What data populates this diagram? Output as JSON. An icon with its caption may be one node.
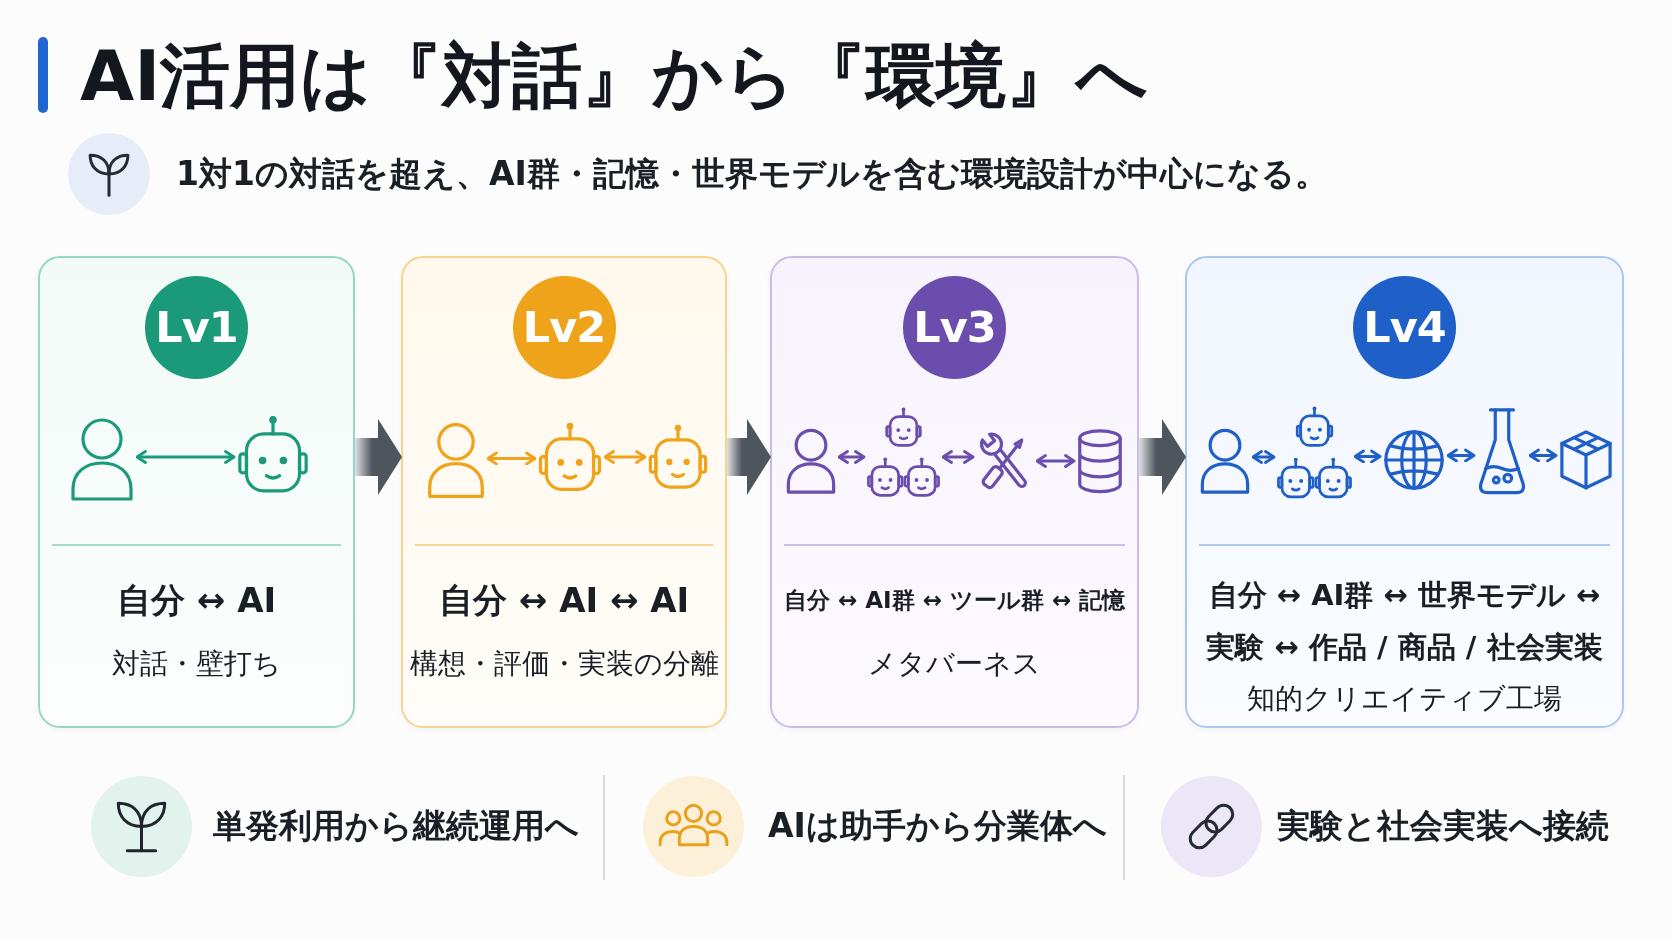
{
  "diagram": {
    "title": "AI活用は『対話』から『環境』へ",
    "nodes": [
      {
        "text": [
          "自分 ↔ AI",
          "対話・壁打ち"
        ]
      },
      {
        "text": [
          "Lv1"
        ],
        "in": 0
      },
      {
        "text": [],
        "shape": "person",
        "in": 0
      },
      {
        "text": [],
        "shape": "picture",
        "in": 0
      },
      {
        "text": [
          "自分 ↔ AI ↔ AI",
          "構想・評価・実装の分離"
        ]
      },
      {
        "text": [
          "Lv2"
        ],
        "in": 4
      },
      {
        "text": [],
        "shape": "person",
        "in": 4
      },
      {
        "text": [],
        "shape": "picture",
        "in": 4
      },
      {
        "text": [],
        "shape": "picture",
        "in": 4
      },
      {
        "text": [
          "自分 ↔ AI群 ↔ ツール群 ↔ 記憶",
          "メタバーネス"
        ]
      },
      {
        "text": [
          "Lv3"
        ],
        "in": 9
      },
      {
        "text": [],
        "shape": "person",
        "in": 9
      },
      {
        "text": [],
        "shape": "picture",
        "in": 9
      },
      {
        "text": [],
        "shape": "picture",
        "in": 9
      },
      {
        "text": [],
        "shape": "cylinder",
        "in": 9
      },
      {
        "text": [
          "自分 ↔ AI群 ↔ 世界モデル ↔ 実験 ↔ 作品 / 商品 / 社会実装",
          "知的クリエイティブ工場"
        ]
      },
      {
        "text": [
          "Lv4"
        ],
        "in": 15
      },
      {
        "text": [],
        "shape": "person",
        "in": 15
      },
      {
        "text": [],
        "shape": "picture",
        "in": 15
      },
      {
        "text": [],
        "shape": "picture",
        "in": 15
      },
      {
        "text": [],
        "shape": "picture",
        "in": 15
      },
      {
        "text": [],
        "shape": "picture",
        "in": 15
      }
    ],
    "edges": [
      {
        "from": 2,
        "to": 3,
        "arrow": "both",
        "color": "#1b9a79"
      },
      {
        "from": 6,
        "to": 7,
        "arrow": "both",
        "color": "#efa31b"
      },
      {
        "from": 7,
        "to": 8,
        "arrow": "both",
        "color": "#efa31b"
      },
      {
        "from": 11,
        "to": 12,
        "arrow": "both",
        "color": "#6b4dae"
      },
      {
        "from": 12,
        "to": 13,
        "arrow": "both",
        "color": "#6b4dae"
      },
      {
        "from": 13,
        "to": 14,
        "arrow": "both",
        "color": "#6b4dae"
      },
      {
        "from": 17,
        "to": 18,
        "arrow": "both",
        "color": "#1f5fc8"
      },
      {
        "from": 18,
        "to": 19,
        "arrow": "both",
        "color": "#1f5fc8"
      },
      {
        "from": 19,
        "to": 20,
        "arrow": "both",
        "color": "#1f5fc8"
      },
      {
        "from": 20,
        "to": 21,
        "arrow": "both",
        "color": "#1f5fc8"
      },
      {
        "from": 0,
        "to": 4,
        "arrow": "to",
        "style": "thick"
      },
      {
        "from": 4,
        "to": 9,
        "arrow": "to",
        "style": "thick"
      },
      {
        "from": 9,
        "to": 15,
        "arrow": "to",
        "style": "thick"
      }
    ],
    "labels": [
      "1対1の対話を超え、AI群・記憶・世界モデルを含む環境設計が中心になる。",
      "単発利用から継続運用へ",
      "AIは助手から分業体へ",
      "実験と社会実装へ接続"
    ]
  }
}
